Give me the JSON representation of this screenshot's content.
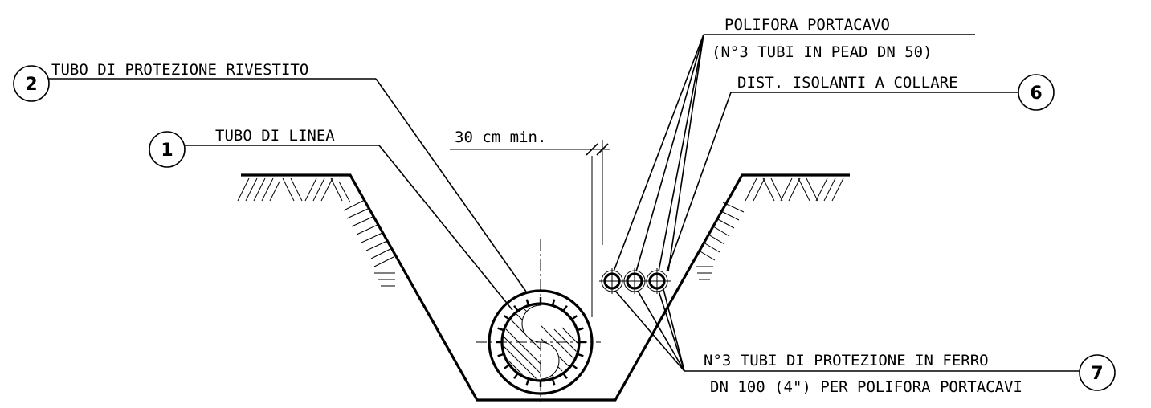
{
  "callouts": {
    "c1": {
      "number": "1",
      "label": "TUBO DI LINEA"
    },
    "c2": {
      "number": "2",
      "label": "TUBO DI PROTEZIONE RIVESTITO"
    },
    "c6": {
      "number": "6",
      "label": "DIST. ISOLANTI A COLLARE"
    },
    "c7": {
      "number": "7",
      "line1": "N°3 TUBI DI PROTEZIONE IN FERRO",
      "line2": "DN 100 (4\") PER POLIFORA PORTACAVI"
    }
  },
  "polifora": {
    "line1": "POLIFORA PORTACAVO",
    "line2": "(N°3 TUBI IN PEAD DN 50)"
  },
  "dimension": {
    "label": "30 cm min."
  }
}
